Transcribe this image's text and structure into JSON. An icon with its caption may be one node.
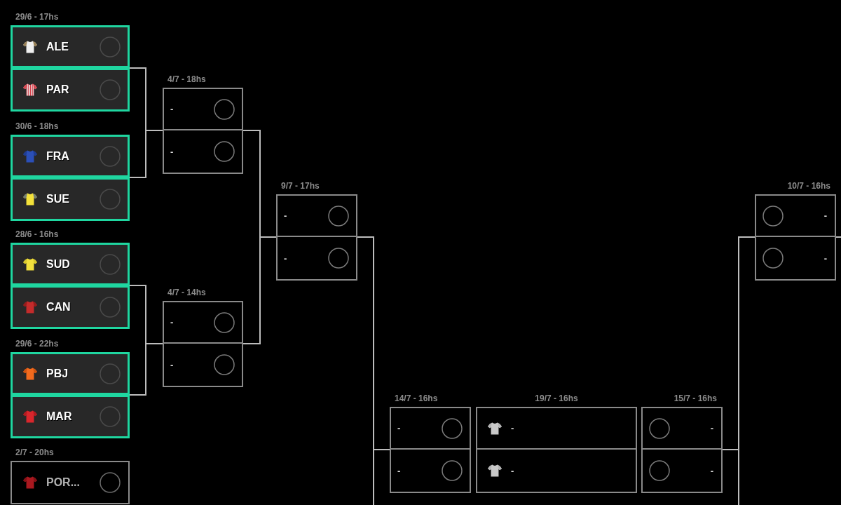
{
  "diagram": {
    "nodes": [
      {
        "text": [
          "29/6 - 17hs"
        ]
      },
      {
        "text": [
          "ALE"
        ],
        "in": 0
      },
      {
        "text": [
          "PAR"
        ],
        "in": 0
      },
      {
        "text": [
          "30/6 - 18hs"
        ]
      },
      {
        "text": [
          "FRA"
        ],
        "in": 3
      },
      {
        "text": [
          "SUE"
        ],
        "in": 3
      },
      {
        "text": [
          "28/6 - 16hs"
        ]
      },
      {
        "text": [
          "SUD"
        ],
        "in": 6
      },
      {
        "text": [
          "CAN"
        ],
        "in": 6
      },
      {
        "text": [
          "29/6 - 22hs"
        ]
      },
      {
        "text": [
          "PBJ"
        ],
        "in": 9
      },
      {
        "text": [
          "MAR"
        ],
        "in": 9
      },
      {
        "text": [
          "2/7 - 20hs"
        ]
      },
      {
        "text": [
          "POR..."
        ],
        "in": 12
      },
      {
        "text": [
          "4/7 - 18hs"
        ]
      },
      {
        "text": [
          "-"
        ],
        "in": 14
      },
      {
        "text": [
          "-"
        ],
        "in": 14
      },
      {
        "text": [
          "4/7 - 14hs"
        ]
      },
      {
        "text": [
          "-"
        ],
        "in": 17
      },
      {
        "text": [
          "-"
        ],
        "in": 17
      },
      {
        "text": [
          "9/7 - 17hs"
        ]
      },
      {
        "text": [
          "-"
        ],
        "in": 20
      },
      {
        "text": [
          "-"
        ],
        "in": 20
      },
      {
        "text": [
          "14/7 - 16hs"
        ]
      },
      {
        "text": [
          "-"
        ],
        "in": 23
      },
      {
        "text": [
          "-"
        ],
        "in": 23
      },
      {
        "text": [
          "19/7 - 16hs"
        ]
      },
      {
        "text": [
          "-"
        ],
        "in": 26
      },
      {
        "text": [
          "-"
        ],
        "in": 26
      },
      {
        "text": [
          "15/7 - 16hs"
        ]
      },
      {
        "text": [
          "-"
        ],
        "in": 29
      },
      {
        "text": [
          "-"
        ],
        "in": 29
      },
      {
        "text": [
          "10/7 - 16hs"
        ]
      },
      {
        "text": [
          "-"
        ],
        "in": 32
      },
      {
        "text": [
          "-"
        ],
        "in": 32
      }
    ],
    "edges": [
      {
        "from": 0,
        "to": 14,
        "arrow": "none"
      },
      {
        "from": 3,
        "to": 14,
        "arrow": "none"
      },
      {
        "from": 6,
        "to": 17,
        "arrow": "none"
      },
      {
        "from": 9,
        "to": 17,
        "arrow": "none"
      },
      {
        "from": 14,
        "to": 20,
        "arrow": "none"
      },
      {
        "from": 17,
        "to": 20,
        "arrow": "none"
      },
      {
        "from": 20,
        "to": 23,
        "arrow": "none"
      },
      {
        "from": null,
        "to": 23,
        "arrow": "none"
      },
      {
        "from": 32,
        "to": 29,
        "arrow": "none"
      },
      {
        "from": null,
        "to": 29,
        "arrow": "none"
      },
      {
        "from": 32,
        "to": null,
        "arrow": "none"
      }
    ]
  }
}
